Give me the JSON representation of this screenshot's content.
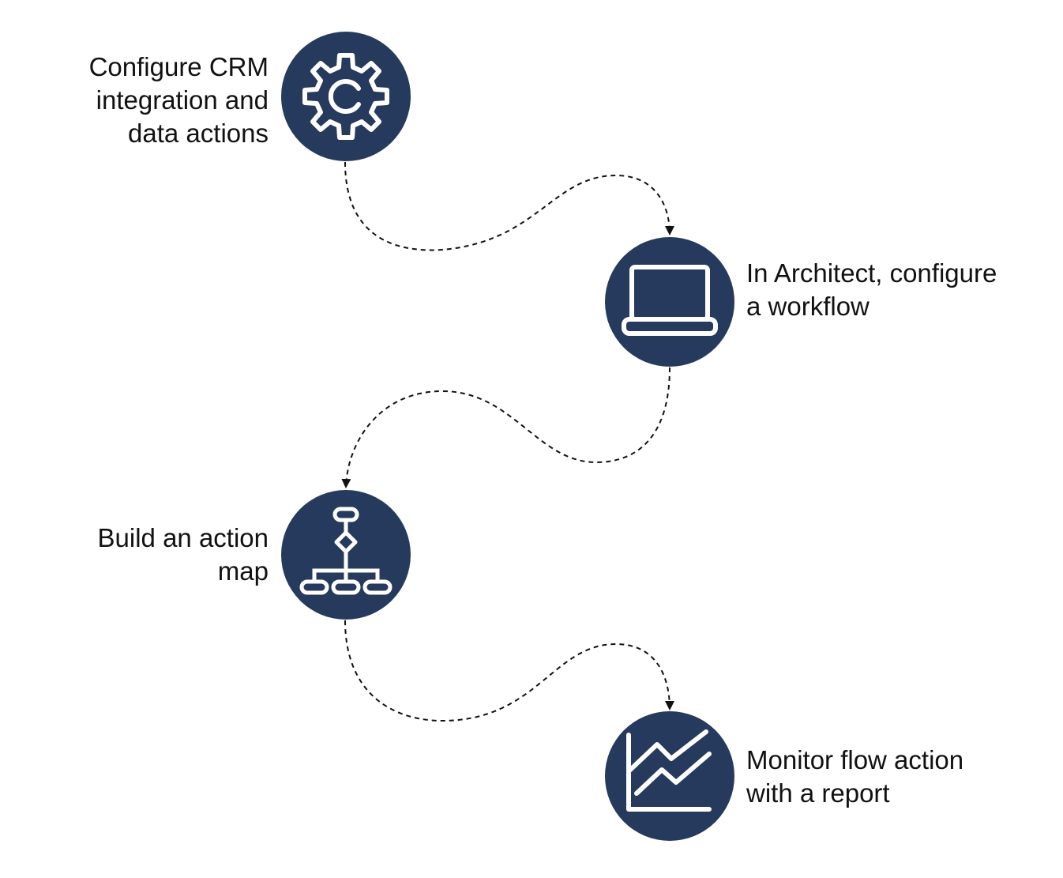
{
  "colors": {
    "circle": "#263a5e",
    "icon": "#ffffff",
    "connector": "#111111"
  },
  "steps": [
    {
      "icon": "gear-icon",
      "label_lines": [
        "Configure CRM",
        "integration and",
        "data actions"
      ]
    },
    {
      "icon": "laptop-icon",
      "label_lines": [
        "In Architect, configure",
        "a workflow"
      ]
    },
    {
      "icon": "flowchart-icon",
      "label_lines": [
        "Build an action",
        "map"
      ]
    },
    {
      "icon": "line-chart-icon",
      "label_lines": [
        "Monitor flow action",
        "with a report"
      ]
    }
  ]
}
